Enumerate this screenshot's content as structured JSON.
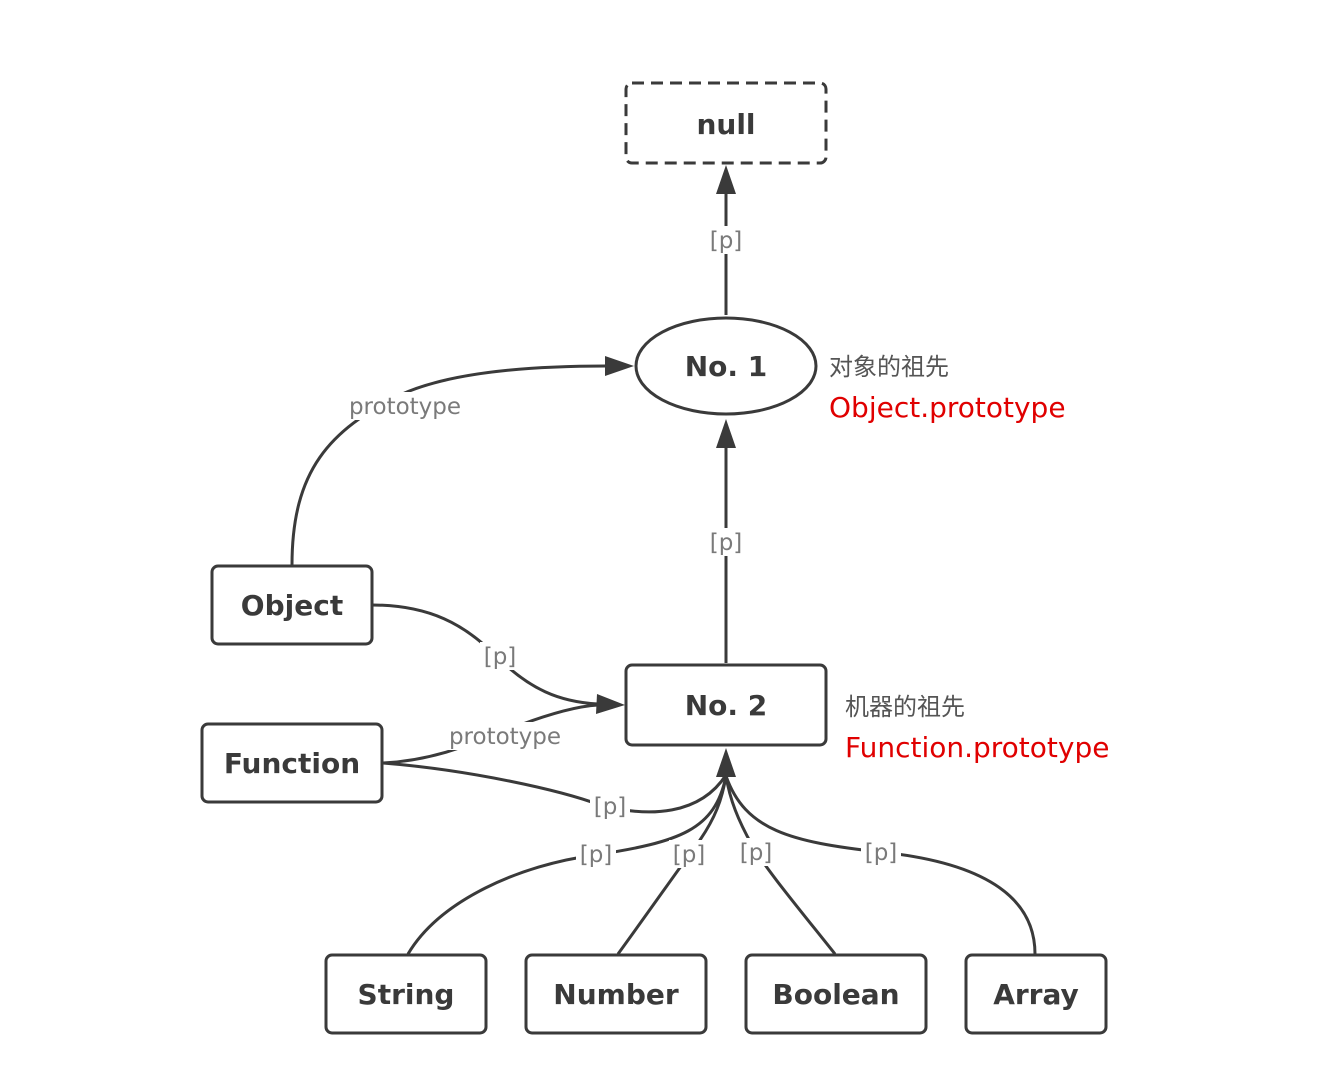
{
  "nodes": {
    "null": "null",
    "no1": "No. 1",
    "no2": "No. 2",
    "object": "Object",
    "function": "Function",
    "string": "String",
    "number": "Number",
    "boolean": "Boolean",
    "array": "Array"
  },
  "edge_labels": {
    "p": "[p]",
    "prototype": "prototype"
  },
  "notes": {
    "no1_cn": "对象的祖先",
    "no1_en": "Object.prototype",
    "no2_cn": "机器的祖先",
    "no2_en": "Function.prototype"
  },
  "colors": {
    "stroke": "#3a3a3a",
    "edge_label": "#7a7a7a",
    "accent_red": "#e00000"
  }
}
